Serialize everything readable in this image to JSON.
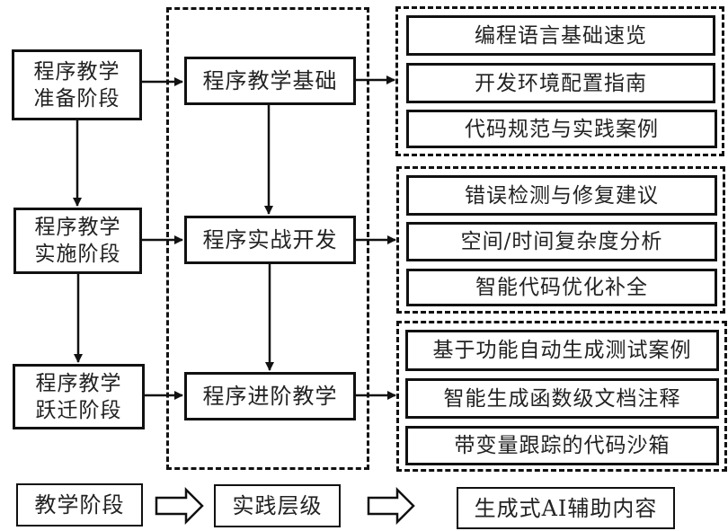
{
  "diagram": {
    "stages": [
      {
        "id": "prep",
        "label": "程序教学\n准备阶段"
      },
      {
        "id": "impl",
        "label": "程序教学\n实施阶段"
      },
      {
        "id": "leap",
        "label": "程序教学\n跃迁阶段"
      }
    ],
    "levels": [
      {
        "id": "basic",
        "label": "程序教学基础"
      },
      {
        "id": "practice",
        "label": "程序实战开发"
      },
      {
        "id": "advanced",
        "label": "程序进阶教学"
      }
    ],
    "ai_groups": [
      {
        "items": [
          "编程语言基础速览",
          "开发环境配置指南",
          "代码规范与实践案例"
        ]
      },
      {
        "items": [
          "错误检测与修复建议",
          "空间/时间复杂度分析",
          "智能代码优化补全"
        ]
      },
      {
        "items": [
          "基于功能自动生成测试案例",
          "智能生成函数级文档注释",
          "带变量跟踪的代码沙箱"
        ]
      }
    ],
    "legend": {
      "stage": "教学阶段",
      "level": "实践层级",
      "ai": "生成式AI辅助内容"
    }
  }
}
